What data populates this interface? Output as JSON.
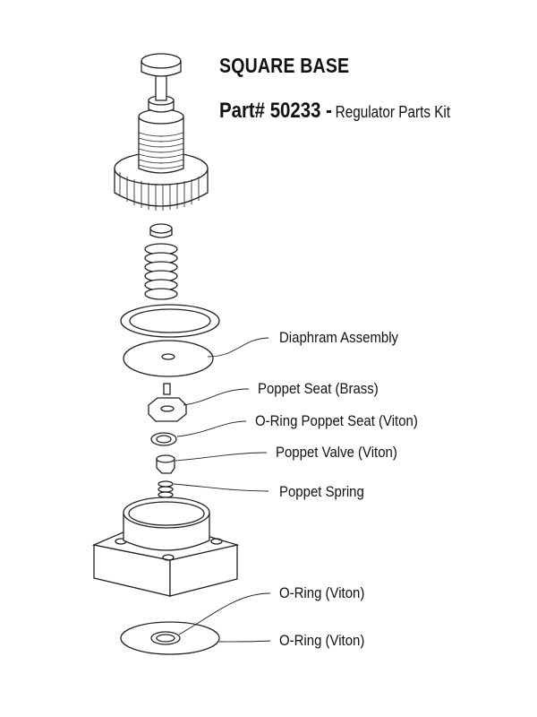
{
  "header": {
    "title": "SQUARE BASE",
    "part_number": "Part# 50233 -",
    "description": "Regulator Parts Kit"
  },
  "callouts": [
    {
      "label": "Diaphram Assembly"
    },
    {
      "label": "Poppet Seat (Brass)"
    },
    {
      "label": "O-Ring Poppet Seat (Viton)"
    },
    {
      "label": "Poppet Valve (Viton)"
    },
    {
      "label": "Poppet Spring"
    },
    {
      "label": "O-Ring (Viton)"
    },
    {
      "label": "O-Ring (Viton)"
    }
  ]
}
